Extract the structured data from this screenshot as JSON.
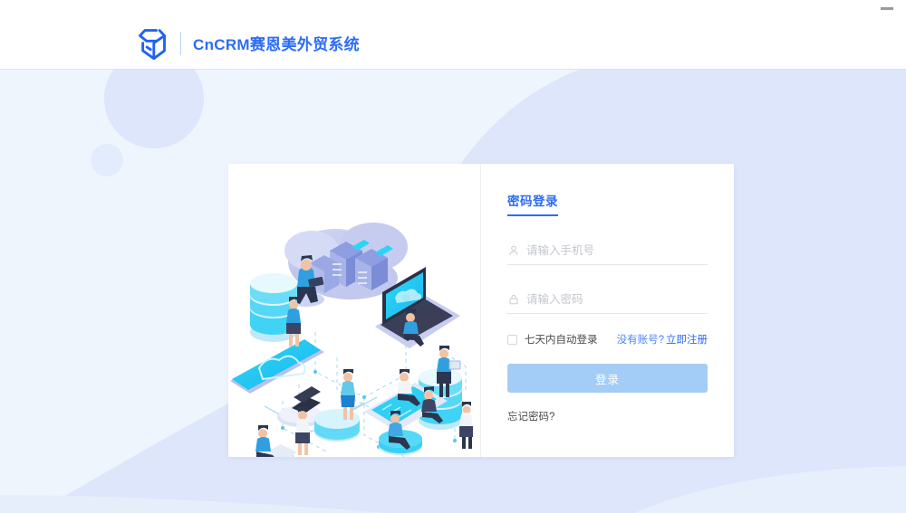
{
  "window": {
    "minimize_icon": "minimize-icon"
  },
  "header": {
    "logo_icon": "cncrm-logo-icon",
    "title": "CnCRM赛恩美外贸系统"
  },
  "card": {
    "illustration_icon": "cloud-network-isometric-illustration"
  },
  "login": {
    "tab_label": "密码登录",
    "phone": {
      "icon": "user-icon",
      "placeholder": "请输入手机号",
      "value": ""
    },
    "password": {
      "icon": "lock-icon",
      "placeholder": "请输入密码",
      "value": ""
    },
    "remember": {
      "label": "七天内自动登录",
      "checked": false
    },
    "register": {
      "question": "没有账号?",
      "action": "立即注册"
    },
    "submit_label": "登录",
    "forgot_label": "忘记密码?"
  },
  "colors": {
    "brand_blue": "#2b6cf6",
    "link_blue": "#4b85f0",
    "button_blue": "#a3cdf7",
    "page_bg_light": "#eef5fd",
    "page_bg_blob": "#dde6fa",
    "card_bg": "#ffffff"
  }
}
